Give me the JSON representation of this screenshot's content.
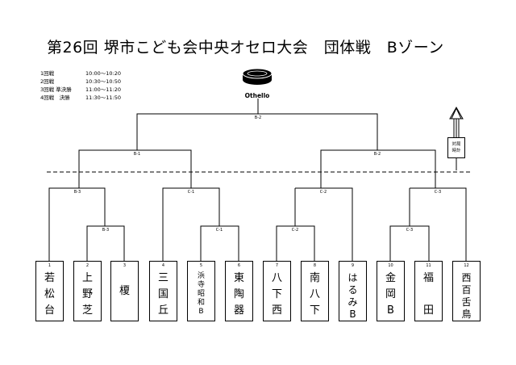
{
  "title": "第26回 堺市こども会中央オセロ大会　団体戦　Bゾーン",
  "schedule": [
    {
      "round": "1回戦",
      "time": "10:00〜10:20"
    },
    {
      "round": "2回戦",
      "time": "10:30〜10:50"
    },
    {
      "round": "3回戦 準決勝",
      "time": "11:00〜11:20"
    },
    {
      "round": "4回戦　決勝",
      "time": "11:30〜11:50"
    }
  ],
  "logo_text": "Othello",
  "side_note": "対局\n時計",
  "match_labels": {
    "final": "B-2",
    "semi_left": "B-1",
    "semi_right": "B-2",
    "qf1": "B-3",
    "qf2": "C-1",
    "qf3": "C-2",
    "qf4": "C-3",
    "r1_a": "B-3",
    "r1_b": "C-1",
    "r1_c": "C-2",
    "r1_d": "C-3"
  },
  "teams": [
    {
      "num": "1",
      "name": "若\n松\n台"
    },
    {
      "num": "2",
      "name": "上\n野\n芝"
    },
    {
      "num": "3",
      "name": "榎"
    },
    {
      "num": "4",
      "name": "三\n国\n丘"
    },
    {
      "num": "5",
      "name": "浜\n寺\n昭\n和\nB"
    },
    {
      "num": "6",
      "name": "東\n陶\n器"
    },
    {
      "num": "7",
      "name": "八\n下\n西"
    },
    {
      "num": "8",
      "name": "南\n八\n下"
    },
    {
      "num": "9",
      "name": "は\nる\nみ\nB"
    },
    {
      "num": "10",
      "name": "金\n岡\nB"
    },
    {
      "num": "11",
      "name": "福\n\n田"
    },
    {
      "num": "12",
      "name": "西\n百\n舌\n鳥"
    }
  ]
}
